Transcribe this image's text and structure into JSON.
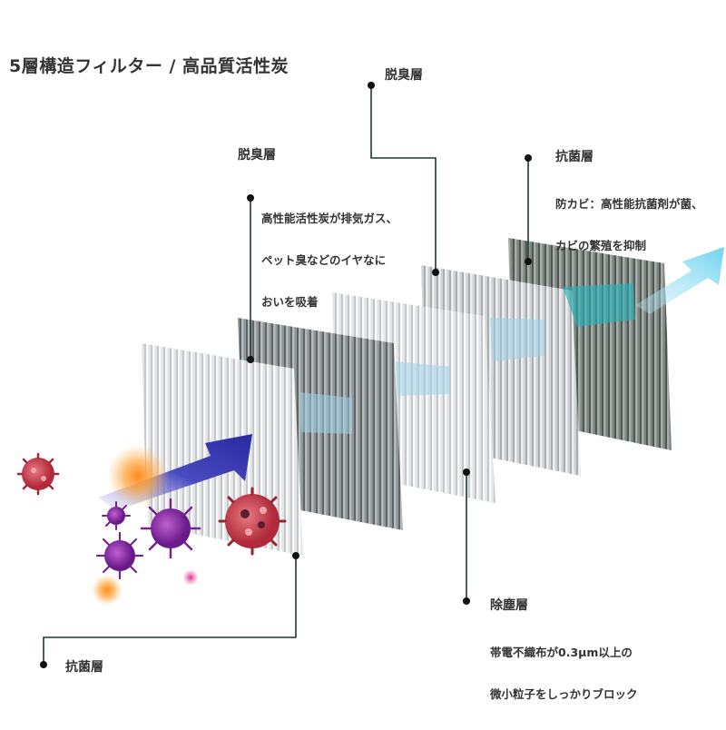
{
  "title": "5層構造フィルター / 高品質活性炭",
  "layers": {
    "deodor_top": {
      "label": "脱臭層"
    },
    "deodor_mid": {
      "label": "脱臭層",
      "description": [
        "高性能活性炭が排気ガス、",
        "ペット臭などのイヤなに",
        "おいを吸着"
      ]
    },
    "antibac_right": {
      "label": "抗菌層",
      "description": [
        "防カビ：高性能抗菌剤が菌、",
        "カビの繁殖を抑制"
      ]
    },
    "dust": {
      "label": "除塵層",
      "description": [
        "帯電不織布が0.3μm以上の",
        "微小粒子をしっかりブロック"
      ]
    },
    "antibac_left": {
      "label": "抗菌層"
    }
  },
  "colors": {
    "leader": "#1f3a2a",
    "arrow_in": "#3a3ab0",
    "arrow_out": "#7fd8ee",
    "virus_red": "#c84050",
    "virus_purple": "#8a2aa0",
    "particle_orange": "#ff9a2a"
  }
}
